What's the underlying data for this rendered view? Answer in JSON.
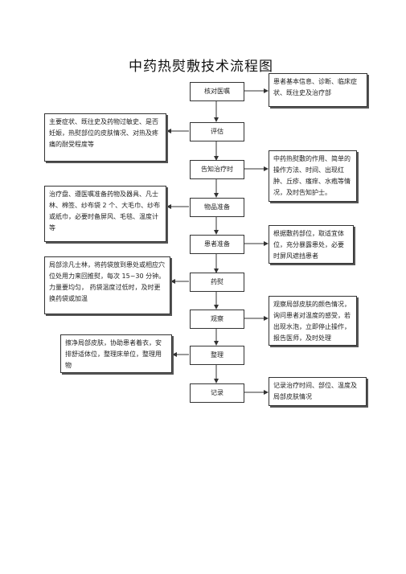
{
  "title": "中药热熨敷技术流程图",
  "steps": [
    "核对医嘱",
    "评估",
    "告知治疗时",
    "物品准备",
    "患者准备",
    "药熨",
    "观察",
    "整理",
    "记录"
  ],
  "notes": {
    "verify": "患者基本信息、诊断、临床症状、既往史及治疗部",
    "assess": "主要症状、既往史及药物过敏史、是否妊娠，热熨部位的皮肤情况、对热及疼痛的耐受程度等",
    "inform": "中药热熨敷的作用、简单的操作方法、时间、出现红肿、丘疹、瘙痒、水疱等情况，及时告知护士。",
    "materials": "治疗盘、遵医嘱准备药物及器具、凡士林、棉签、纱布袋 2 个、大毛巾、纱布或纸巾，必要时备屏风、毛毯、温度计等",
    "patient": "根据敷药部位，取适宜体位，充分暴露患处，必要时屏风遮挡患者",
    "procedure": "局部涂凡士林，将药袋放到患处或相应穴位处用力来回推熨，每次 15~30 分钟。力量要均匀，  药袋温度过低时，及时更换药袋或加温",
    "observe": "观察局部皮肤的颜色情况，询问患者对温度的感受，若出现水泡，立即停止操作，报告医师，及时处理",
    "tidy": "擦净局部皮肤，协助患者着衣，安排舒适体位，整理床单位，整理用物",
    "record": "记录治疗时间、部位、温度及局部皮肤情况"
  }
}
